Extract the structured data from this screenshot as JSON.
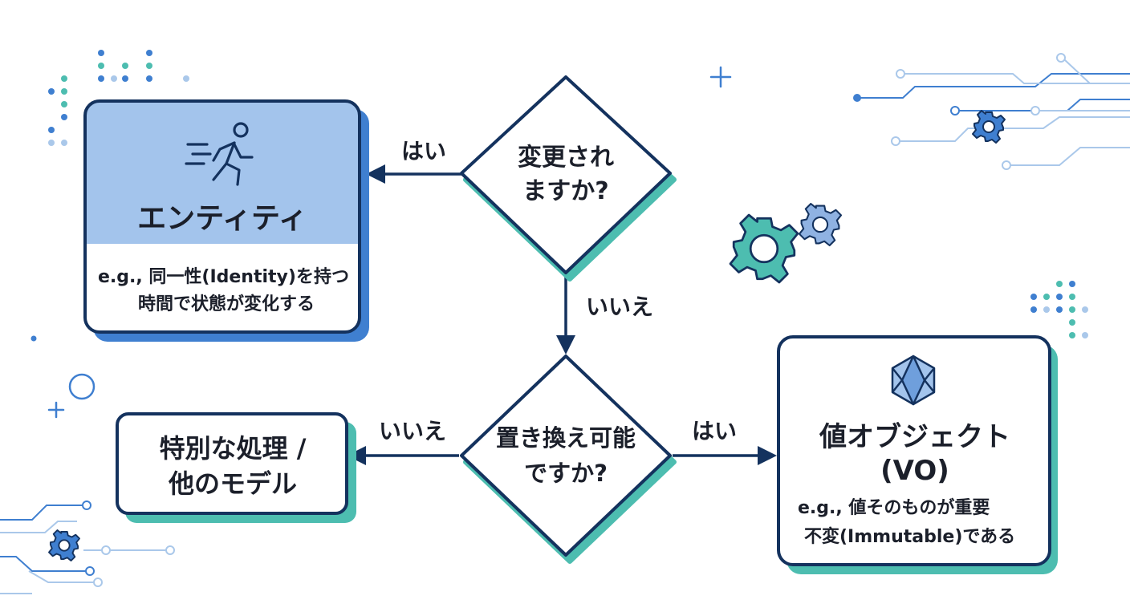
{
  "decision_changed": {
    "line1": "変更され",
    "line2": "ますか?"
  },
  "decision_replaceable": {
    "line1": "置き換え可能",
    "line2": "ですか?"
  },
  "entity": {
    "title": "エンティティ",
    "desc_line1": "e.g., 同一性(Identity)を持つ",
    "desc_line2": "時間で状態が変化する",
    "icon": "running-person-icon"
  },
  "value_object": {
    "title_line1": "値オブジェクト",
    "title_line2": "(VO)",
    "desc_line1": "e.g., 値そのものが重要",
    "desc_line2": "不変(Immutable)である",
    "icon": "crystal-gem-icon"
  },
  "other_model": {
    "line1": "特別な処理 /",
    "line2": "他のモデル"
  },
  "edges": {
    "changed_yes": "はい",
    "changed_no": "いいえ",
    "replaceable_no": "いいえ",
    "replaceable_yes": "はい"
  },
  "colors": {
    "navy": "#14325e",
    "entity_fill": "#a3c4ec",
    "accent_teal": "#4dbdb0",
    "accent_blue": "#3f7fd0",
    "line_light": "#aac8ea"
  }
}
